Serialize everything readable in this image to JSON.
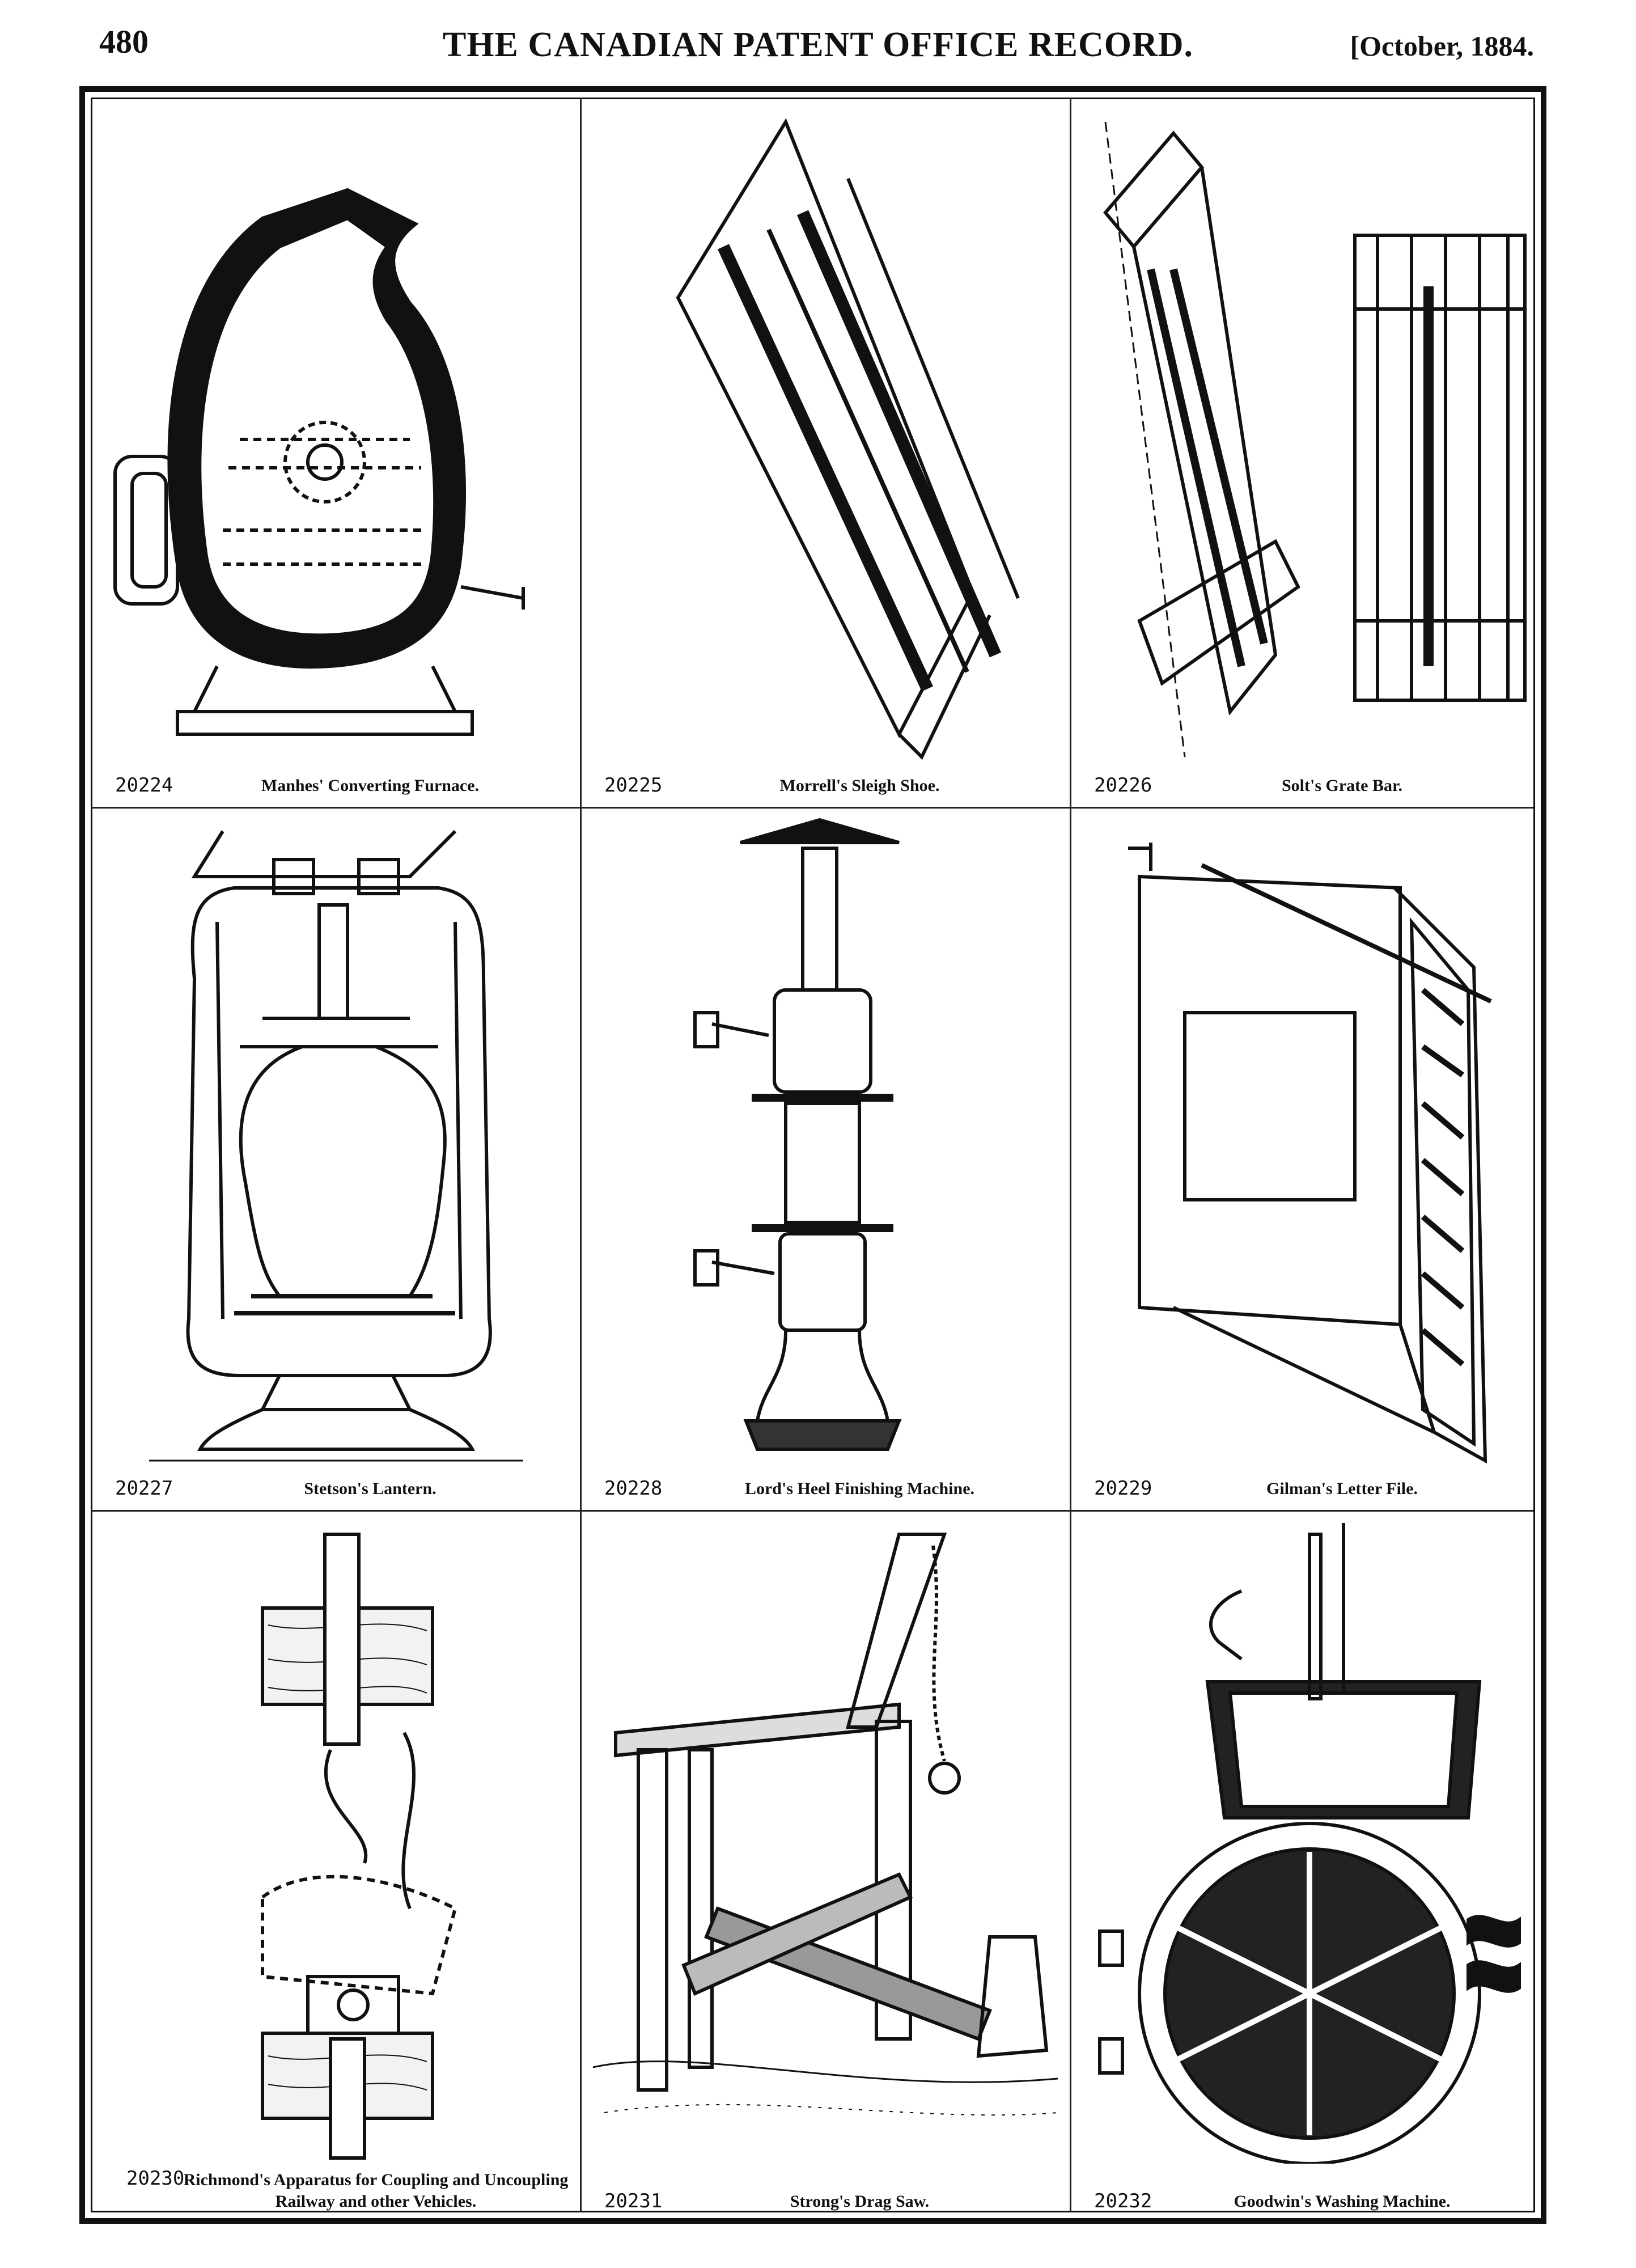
{
  "header": {
    "page_number": "480",
    "title": "THE CANADIAN PATENT OFFICE RECORD.",
    "date": "[October, 1884."
  },
  "plates": [
    {
      "number": "20224",
      "title": "Manhes' Converting Furnace.",
      "icon": "converting-furnace-icon"
    },
    {
      "number": "20225",
      "title": "Morrell's Sleigh Shoe.",
      "icon": "sleigh-shoe-icon"
    },
    {
      "number": "20226",
      "title": "Solt's Grate Bar.",
      "icon": "grate-bar-icon"
    },
    {
      "number": "20227",
      "title": "Stetson's Lantern.",
      "icon": "lantern-icon"
    },
    {
      "number": "20228",
      "title": "Lord's Heel Finishing Machine.",
      "icon": "heel-finishing-machine-icon"
    },
    {
      "number": "20229",
      "title": "Gilman's Letter File.",
      "icon": "letter-file-icon"
    },
    {
      "number": "20230",
      "title": "Richmond's Apparatus for Coupling and Uncoupling Railway and other Vehicles.",
      "icon": "coupling-apparatus-icon"
    },
    {
      "number": "20231",
      "title": "Strong's Drag Saw.",
      "icon": "drag-saw-icon"
    },
    {
      "number": "20232",
      "title": "Goodwin's Washing Machine.",
      "icon": "washing-machine-icon"
    }
  ]
}
